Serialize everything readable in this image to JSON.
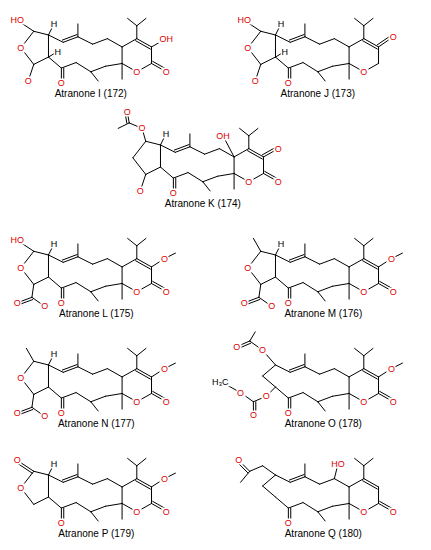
{
  "diagram": {
    "labels": [
      "HO",
      "O",
      "H",
      "H",
      "O",
      "O",
      "OH",
      "O",
      "O",
      "Atranone I (172)",
      "HO",
      "O",
      "H",
      "H",
      "O",
      "O",
      "O",
      "O",
      "Atranone J (173)",
      "O",
      "O",
      "H",
      "OH",
      "O",
      "O",
      "O",
      "O",
      "O",
      "Atranone K (174)",
      "HO",
      "O",
      "H",
      "O",
      "O",
      "O",
      "O",
      "O",
      "O",
      "Atranone L (175)",
      "O",
      "H",
      "O",
      "O",
      "O",
      "O",
      "O",
      "O",
      "Atranone M (176)",
      "O",
      "H",
      "O",
      "O",
      "O",
      "O",
      "O",
      "O",
      "Atranone N (177)",
      "O",
      "O",
      "O",
      "O",
      "O",
      "H₃C",
      "O",
      "O",
      "O",
      "O",
      "Atranone O (178)",
      "O",
      "O",
      "H",
      "O",
      "O",
      "O",
      "O",
      "Atranone P (179)",
      "HO",
      "O",
      "O",
      "O",
      "O",
      "Atranone Q (180)"
    ]
  }
}
